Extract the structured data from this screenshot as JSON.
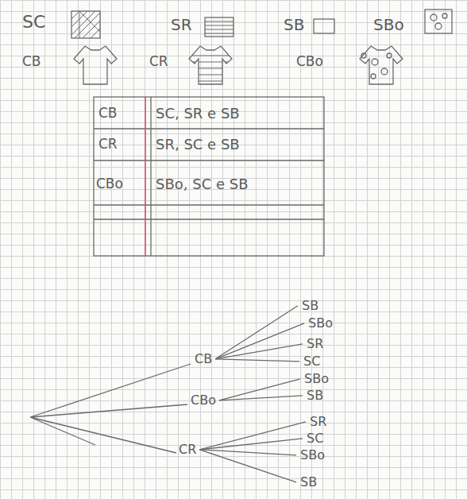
{
  "diagram": {
    "nodes": [
      {
        "text": [
          "CB"
        ]
      },
      {
        "text": [
          "CBo"
        ]
      },
      {
        "text": [
          "CR"
        ]
      },
      {
        "text": [
          "SB"
        ]
      },
      {
        "text": [
          "SBo"
        ]
      },
      {
        "text": [
          "SR"
        ]
      },
      {
        "text": [
          "SC"
        ]
      },
      {
        "text": [
          "SBo"
        ]
      },
      {
        "text": [
          "SB"
        ]
      },
      {
        "text": [
          "SR"
        ]
      },
      {
        "text": [
          "SC"
        ]
      },
      {
        "text": [
          "SBo"
        ]
      },
      {
        "text": [
          "SB"
        ]
      }
    ],
    "edges": [
      {
        "from": 0,
        "to": 3,
        "arrow": "none"
      },
      {
        "from": 0,
        "to": 4,
        "arrow": "none"
      },
      {
        "from": 0,
        "to": 5,
        "arrow": "none"
      },
      {
        "from": 0,
        "to": 6,
        "arrow": "none"
      },
      {
        "from": 1,
        "to": 7,
        "arrow": "none"
      },
      {
        "from": 1,
        "to": 8,
        "arrow": "none"
      },
      {
        "from": 2,
        "to": 9,
        "arrow": "none"
      },
      {
        "from": 2,
        "to": 10,
        "arrow": "none"
      },
      {
        "from": 2,
        "to": 11,
        "arrow": "none"
      },
      {
        "from": 2,
        "to": 12,
        "arrow": "none"
      }
    ],
    "labels": [
      "SC",
      "SR",
      "SB",
      "SBo",
      "CB",
      "CR",
      "CBo",
      "CB",
      "SC, SR e SB",
      "CR",
      "SR, SC e SB",
      "CBo",
      "SBo, SC e SB"
    ]
  }
}
